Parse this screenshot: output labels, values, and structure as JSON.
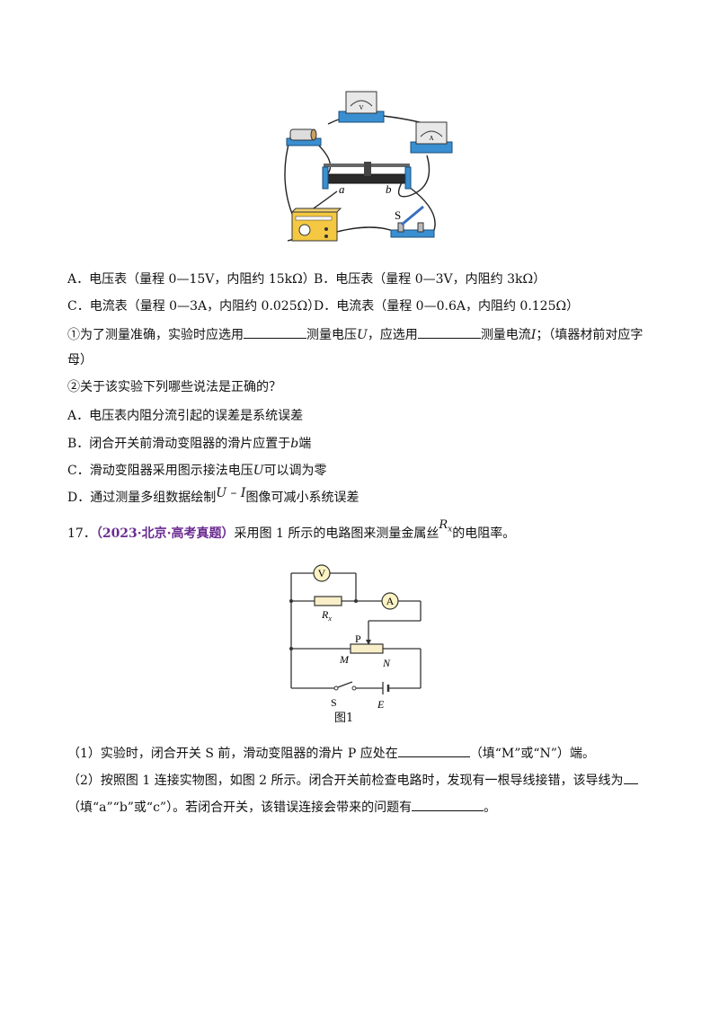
{
  "fig_top": {
    "voltmeter_label": "V",
    "ammeter_label": "A",
    "rheostat_end_a": "a",
    "rheostat_end_b": "b",
    "switch_label": "S"
  },
  "options1": {
    "a": "A．电压表（量程 0—15V，内阻约 15kΩ）",
    "b": "B．电压表（量程 0—3V，内阻约 3kΩ）",
    "c": "C．电流表（量程 0—3A，内阻约 0.025Ω）",
    "d": "D．电流表（量程 0—0.6A，内阻约 0.125Ω）"
  },
  "q1": {
    "p1": "①为了测量准确，实验时应选用",
    "p2": "测量电压",
    "U": "U",
    "p3": "，应选用",
    "p4": "测量电流",
    "I": "I",
    "p5": "；（填器材前对应字",
    "p6": "母）"
  },
  "q2": {
    "stem": "②关于该实验下列哪些说法是正确的？",
    "a": "A．电压表内阻分流引起的误差是系统误差",
    "b_pre": "B．闭合开关前滑动变阻器的滑片应置于",
    "b_var": "b",
    "b_post": "端",
    "c_pre": "C．滑动变阻器采用图示接法电压",
    "c_var": "U",
    "c_post": "可以调为零",
    "d_pre": "D．通过测量多组数据绘制",
    "d_var": "U – I",
    "d_post": "图像可减小系统误差"
  },
  "q17": {
    "number": "17．",
    "source": "（2023·北京·高考真题）",
    "pre": "采用图 1 所示的电路图来测量金属丝",
    "rx_main": "R",
    "rx_sub": "x",
    "post": "的电阻率。"
  },
  "circuit": {
    "V": "V",
    "A": "A",
    "Rx_main": "R",
    "Rx_sub": "x",
    "P": "P",
    "M": "M",
    "N": "N",
    "S": "S",
    "E": "E",
    "caption": "图1"
  },
  "q17_1": {
    "pre": "（1）实验时，闭合开关 S 前，滑动变阻器的滑片 P 应处在",
    "post": "（填“M”或“N”）端。"
  },
  "q17_2": {
    "line1": "（2）按照图 1 连接实物图，如图 2 所示。闭合开关前检查电路时，发现有一根导线接错，该导线为",
    "line2_pre": "（填“a”“b”或“c”）。若闭合开关，该错误连接会带来的问题有",
    "line2_post": "。"
  }
}
